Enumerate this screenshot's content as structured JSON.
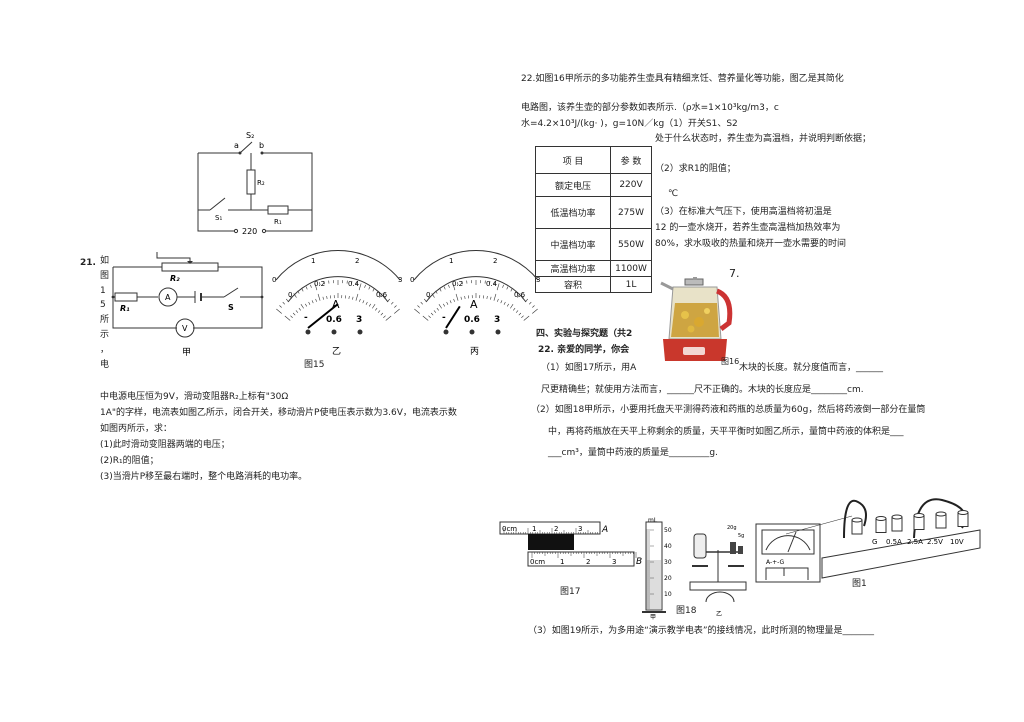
{
  "q21": {
    "number": "21.",
    "col_chars": [
      "如",
      "图",
      "1",
      "5",
      "所",
      "示",
      "，",
      "电"
    ],
    "line1": "中电源电压恒为9V，滑动变阻器R₂上标有\"30Ω",
    "line2": "1A\"的字样，电流表如图乙所示，闭合开关，移动滑片P使电压表示数为3.6V，电流表示数",
    "line3": "如图丙所示，求：",
    "sub1": "(1)此时滑动变阻器两端的电压；",
    "sub2": "(2)R₁的阻值；",
    "sub3": "(3)当滑片P移至最右端时，整个电路消耗的电功率。"
  },
  "top_circuit": {
    "s2": "S₂",
    "a": "a",
    "b": "b",
    "r_mid": "R₂",
    "r_right": "R₁",
    "s1": "S₁",
    "voltage": "220"
  },
  "fig15": {
    "caption": "图15",
    "circuit": {
      "r2": "R₂",
      "r1": "R₁",
      "ammeter": "A",
      "voltmeter": "V",
      "switch": "S",
      "label": "甲"
    },
    "meter_yi": {
      "label": "乙",
      "outer_ticks": [
        "0",
        "1",
        "2",
        "3"
      ],
      "inner_ticks": [
        "0",
        "0.2",
        "0.4",
        "0.6"
      ],
      "unit": "A",
      "terminals": [
        "-",
        "0.6",
        "3"
      ],
      "reading": 0.3
    },
    "meter_bing": {
      "label": "丙",
      "outer_ticks": [
        "0",
        "1",
        "2",
        "3"
      ],
      "inner_ticks": [
        "0",
        "0.2",
        "0.4",
        "0.6"
      ],
      "unit": "A",
      "terminals": [
        "-",
        "0.6",
        "3"
      ],
      "reading": 0.2
    }
  },
  "q22": {
    "line1": "22.如图16甲所示的多功能养生壶具有精细烹饪、营养量化等功能，图乙是其简化",
    "line2": "电路图，该养生壶的部分参数如表所示.（ρ水=1×10³kg/m3，c",
    "line3": "水=4.2×10³J/(kg·  )，g=10N／kg（1）开关S1、S2",
    "line4": "处于什么状态时，养生壶为高温档，并说明判断依据；",
    "sub2": "（2）求R1的阻值；",
    "celsius": "℃",
    "sub3a": "（3）在标准大气压下，使用高温档将初温是",
    "sub3b": "12   的一壶水烧开，若养生壶高温档加热效率为",
    "sub3c": "80%，求水吸收的热量和烧开一壶水需要的时间",
    "seven": "7.",
    "table": {
      "header": [
        "项 目",
        "参 数"
      ],
      "rows": [
        [
          "额定电压",
          "220V"
        ],
        [
          "低温档功率",
          "275W"
        ],
        [
          "中温档功率",
          "550W"
        ],
        [
          "高温档功率",
          "1100W"
        ],
        [
          "容积",
          "1L"
        ]
      ]
    }
  },
  "sec4": {
    "title": "四、实验与探究题（共2",
    "q22_line": "22. 亲爱的同学，你会",
    "p1a": "（1）如图17所示，用A",
    "p1b": "木块的长度。就分度值而言，______",
    "p1c": "尺更精确些；就使用方法而言，______尺不正确的。木块的长度应是________cm.",
    "p2a": "（2）如图18甲所示，小要用托盘天平测得药液和药瓶的总质量为60g，然后将药液倒一部分在量筒",
    "p2b": "中，再将药瓶放在天平上称剩余的质量，天平平衡时如图乙所示，量筒中药液的体积是___",
    "p2c": "___cm³，量筒中药液的质量是_________g.",
    "p3": "（3）如图19所示，为多用途“演示教学电表”的接线情况，此时所测的物理量是_______"
  },
  "fig17": {
    "caption": "图17",
    "ruler_a": {
      "label": "A",
      "marks": [
        "0cm",
        "1",
        "2",
        "3"
      ]
    },
    "ruler_b": {
      "label": "B",
      "marks": [
        "0cm",
        "1",
        "2",
        "3"
      ]
    }
  },
  "fig18": {
    "caption": "图18",
    "cyl_unit": "mL",
    "cyl_marks": [
      "50",
      "40",
      "30",
      "20",
      "10"
    ],
    "label_jia": "甲",
    "label_yi": "乙",
    "weights": [
      "20g",
      "5g"
    ]
  },
  "fig19": {
    "caption": "图1",
    "terminals": [
      "G",
      "0.5A",
      "2.5A",
      "2.5V",
      "10V"
    ],
    "meter_text": "A-+-G"
  },
  "kettle_caption": "图16"
}
